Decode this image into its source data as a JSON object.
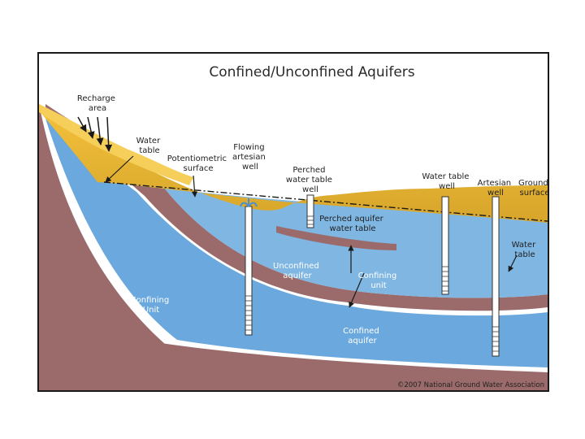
{
  "title": "Confined/Unconfined Aquifers",
  "credit": "©2007 National Ground Water Association",
  "labels": {
    "recharge_area": [
      "Recharge",
      "area"
    ],
    "water_table_left": [
      "Water",
      "table"
    ],
    "potentiometric_surface": [
      "Potentiometric",
      "surface"
    ],
    "flowing_artesian_well": [
      "Flowing",
      "artesian",
      "well"
    ],
    "perched_water_table_well": [
      "Perched",
      "water table",
      "well"
    ],
    "water_table_well": [
      "Water table",
      "well"
    ],
    "artesian_well": [
      "Artesian",
      "well"
    ],
    "ground_surface": [
      "Ground",
      "surface"
    ],
    "perched_aquifer_water_table": [
      "Perched aquifer",
      "water table"
    ],
    "water_table_right": [
      "Water",
      "table"
    ],
    "unconfined_aquifer": [
      "Unconfined",
      "aquifer"
    ],
    "confining_unit_center": [
      "Confining",
      "unit"
    ],
    "confining_unit_left": [
      "Confining",
      "Unit"
    ],
    "confined_aquifer": [
      "Confined",
      "aquifer"
    ]
  },
  "colors": {
    "sand_light": "#f2bb36",
    "sand_dark": "#c9a12a",
    "unconfined_aquifer": "#7fb6e2",
    "confined_aquifer": "#6aa8dd",
    "confining_unit": "#9b6b6b",
    "well_casing": "#ffffff"
  }
}
